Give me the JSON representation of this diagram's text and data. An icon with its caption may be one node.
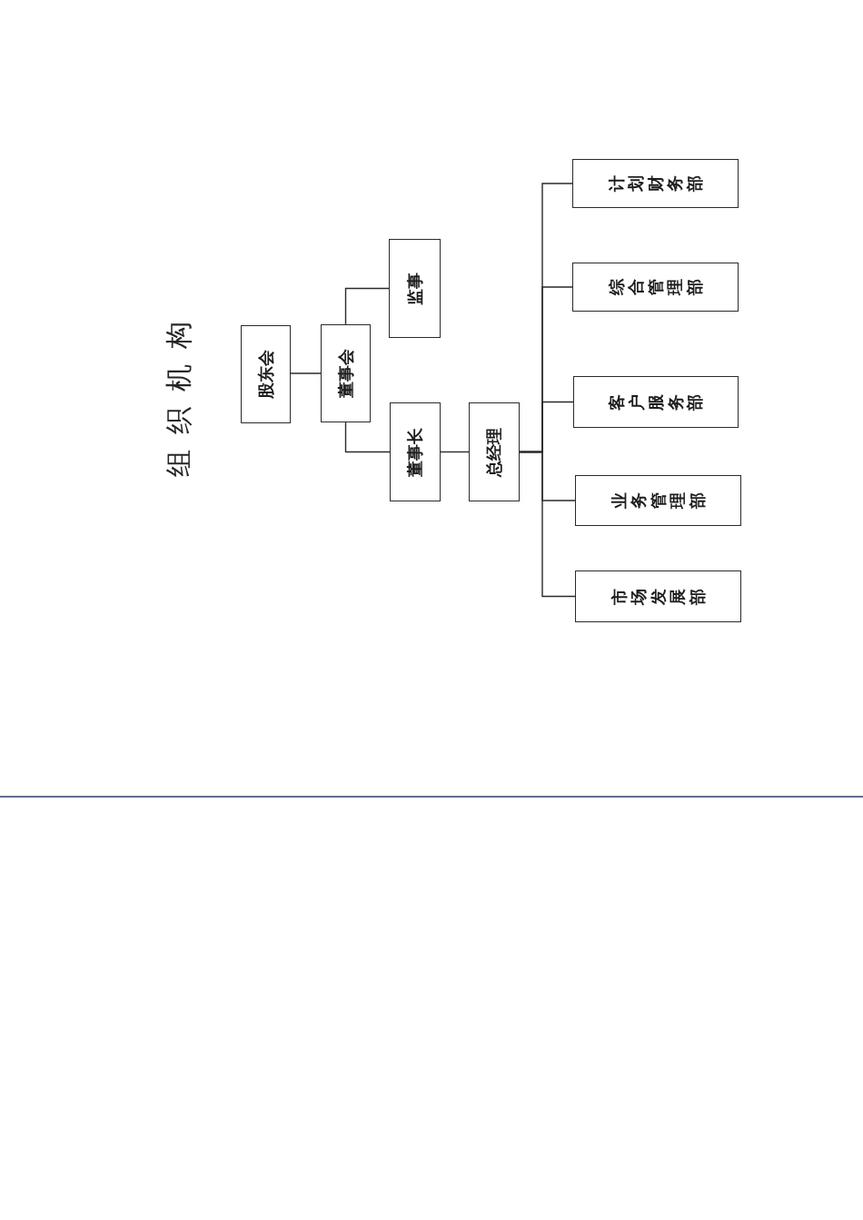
{
  "diagram": {
    "title": "组织机构",
    "nodes": [
      {
        "text": [
          "股东会"
        ]
      },
      {
        "text": [
          "董事会"
        ]
      },
      {
        "text": [
          "董事长"
        ]
      },
      {
        "text": [
          "监事"
        ]
      },
      {
        "text": [
          "总经理"
        ]
      },
      {
        "text": [
          "市场发展部"
        ]
      },
      {
        "text": [
          "业务管理部"
        ]
      },
      {
        "text": [
          "客户服务部"
        ]
      },
      {
        "text": [
          "综合管理部"
        ]
      },
      {
        "text": [
          "计划财务部"
        ]
      }
    ],
    "edges": [
      {
        "from": 0,
        "to": 1,
        "arrow": "none"
      },
      {
        "from": 1,
        "to": 2,
        "arrow": "none"
      },
      {
        "from": 1,
        "to": 3,
        "arrow": "none"
      },
      {
        "from": 2,
        "to": 4,
        "arrow": "none"
      },
      {
        "from": 4,
        "to": 5,
        "arrow": "none"
      },
      {
        "from": 4,
        "to": 6,
        "arrow": "none"
      },
      {
        "from": 4,
        "to": 7,
        "arrow": "none"
      },
      {
        "from": 4,
        "to": 8,
        "arrow": "none"
      },
      {
        "from": 4,
        "to": 9,
        "arrow": "none"
      }
    ]
  }
}
